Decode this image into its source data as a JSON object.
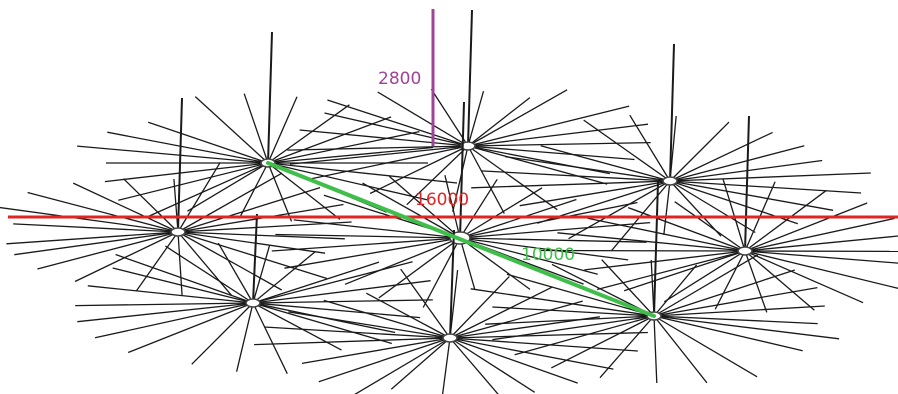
{
  "colors": {
    "background": "#ffffff",
    "strut": "#1a1a1a",
    "hub": "#444444",
    "span_dimension": "#e02424",
    "diagonal_dimension": "#3fbf4a",
    "height_dimension": "#a0449a"
  },
  "dimensions": {
    "height": {
      "value": "2800"
    },
    "span": {
      "value": "16000"
    },
    "diagonal": {
      "value": "10000"
    }
  }
}
